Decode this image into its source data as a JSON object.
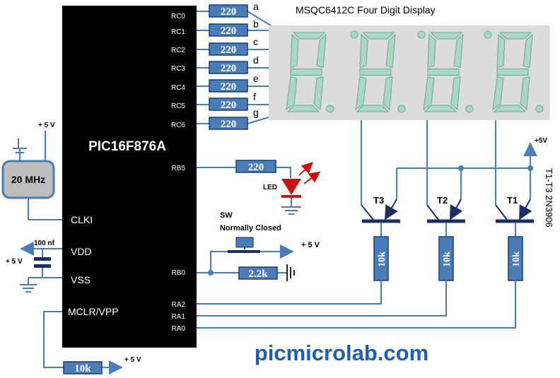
{
  "chip": {
    "name": "PIC16F876A",
    "pins_right": [
      "RC0",
      "RC1",
      "RC2",
      "RC3",
      "RC4",
      "RC5",
      "RC6",
      "RB5",
      "RB0",
      "RA2",
      "RA1",
      "RA0"
    ],
    "pins_left": [
      "CLKI",
      "VDD",
      "VSS",
      "MCLR/VPP"
    ]
  },
  "display": {
    "title": "MSQC6412C  Four  Digit Display"
  },
  "segments": [
    "a",
    "b",
    "c",
    "d",
    "e",
    "f",
    "g"
  ],
  "resistors": {
    "segment": "220",
    "led": "220",
    "pullup": "2.2k",
    "base": "10k",
    "mclr": "10k"
  },
  "transistors": [
    "T3",
    "T2",
    "T1"
  ],
  "transistor_note": "T1-T3  2N3906",
  "crystal": "20 MHz",
  "capacitor": "100 nf",
  "power_labels": {
    "vplus": "+ 5 V",
    "vplus_compact": "+5V",
    "vplus_top": "+ 5 V"
  },
  "led_label": "LED",
  "switch": {
    "label": "SW",
    "type": "Normally Closed"
  },
  "watermark": "picmicrolab.com"
}
